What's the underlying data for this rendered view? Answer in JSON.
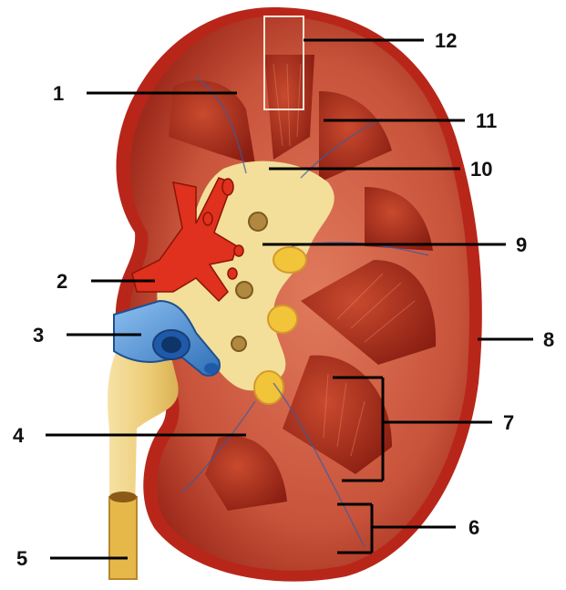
{
  "labels": {
    "l1": "1",
    "l2": "2",
    "l3": "3",
    "l4": "4",
    "l5": "5",
    "l6": "6",
    "l7": "7",
    "l8": "8",
    "l9": "9",
    "l10": "10",
    "l11": "11",
    "l12": "12"
  },
  "colors": {
    "capsule": "#b8261a",
    "cortex": "#c8533a",
    "medulla": "#9c2a18",
    "sinus_fat": "#f3df9a",
    "artery": "#e0301e",
    "vein": "#4f8fd6",
    "ureter": "#f0d48a",
    "fat_lobule": "#f2c43a"
  }
}
